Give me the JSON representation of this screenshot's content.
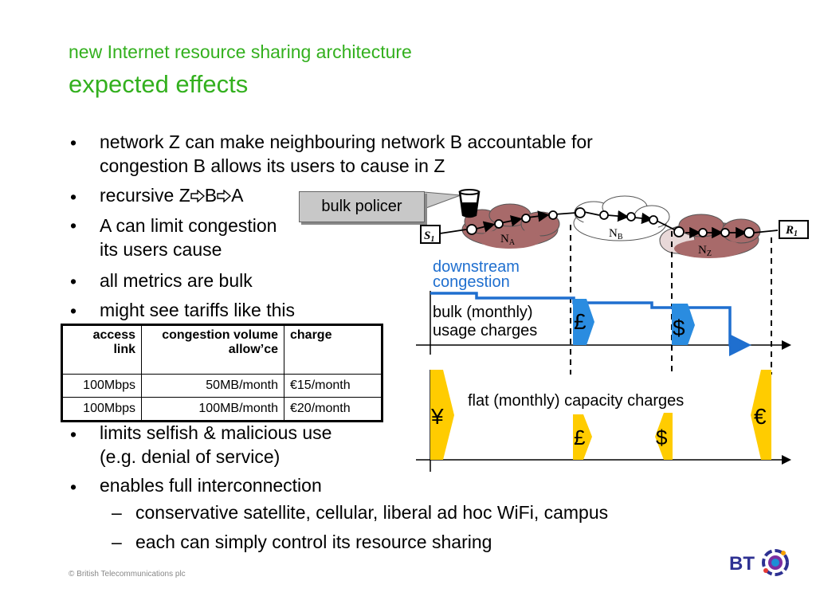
{
  "title": {
    "line1": "new Internet resource sharing architecture",
    "line2": "expected effects"
  },
  "bullets": {
    "b1_l1": "network Z can make neighbouring network B accountable for",
    "b1_l2": "congestion B allows its users to cause in Z",
    "b2_a": "recursive Z",
    "b2_b": "B",
    "b2_c": "A",
    "b3_l1": "A can limit congestion",
    "b3_l2": "its users cause",
    "b4": "all metrics are bulk",
    "b5": "might see tariffs like this",
    "b6_l1": "limits selfish & malicious use",
    "b6_l2": "(e.g. denial of service)",
    "b7": "enables full interconnection",
    "s1": "conservative satellite, cellular, liberal ad hoc WiFi, campus",
    "s2": "each can simply control its resource sharing",
    "bullet_char": "•",
    "dash_char": "–"
  },
  "table": {
    "headers": [
      "access link",
      "congestion volume allow’ce",
      "charge"
    ],
    "rows": [
      [
        "100Mbps",
        "50MB/month",
        "€15/month"
      ],
      [
        "100Mbps",
        "100MB/month",
        "€20/month"
      ]
    ]
  },
  "diagram": {
    "policer_label": "bulk policer",
    "sender": "S",
    "sender_sub": "1",
    "receiver": "R",
    "receiver_sub": "1",
    "na": "N",
    "na_sub": "A",
    "nb": "N",
    "nb_sub": "B",
    "nz": "N",
    "nz_sub": "Z",
    "downstream_l1": "downstream",
    "downstream_l2": "congestion",
    "bulk_l1": "bulk (monthly)",
    "bulk_l2": "usage charges",
    "flat_label": "flat (monthly) capacity charges",
    "pound": "£",
    "dollar": "$",
    "yen": "¥",
    "euro": "€",
    "colors": {
      "title": "#33b01e",
      "congestion_line": "#1f6fcf",
      "usage_tag": "#2a8ce0",
      "capacity_tag": "#ffcc00",
      "cloud_dark": "#a86a6a",
      "cloud_light": "#ffffff"
    }
  },
  "footer": "© British Telecommunications plc",
  "logo": {
    "text": "BT",
    "icon": "bt-globe-icon"
  }
}
